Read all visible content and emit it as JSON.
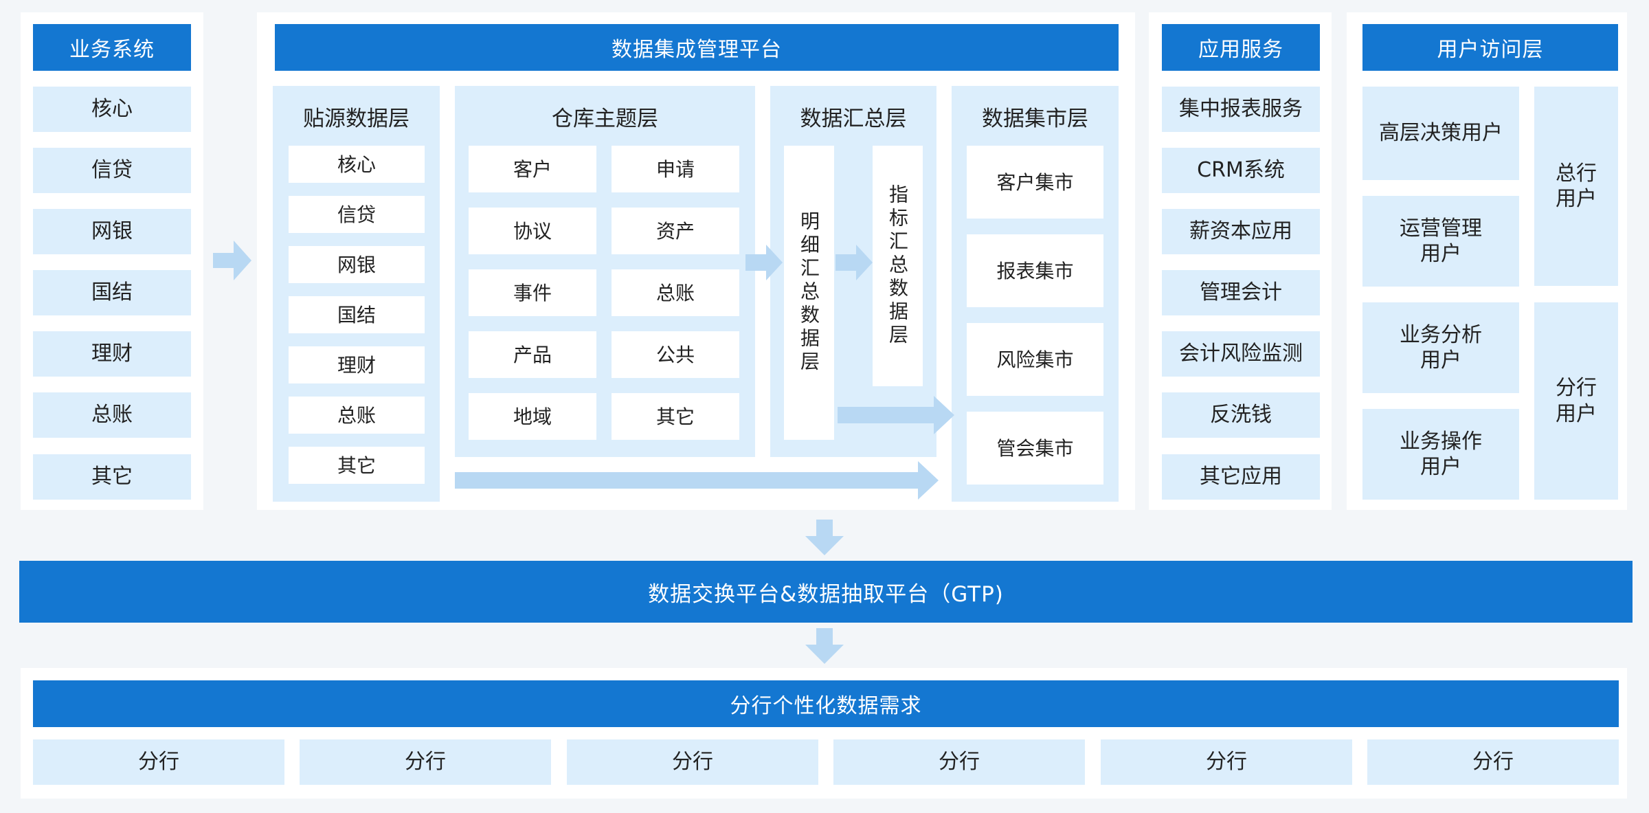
{
  "colors": {
    "header_blue": "#1477d1",
    "light_blue": "#dceefc",
    "arrow_blue": "#b8d8f3",
    "panel_white": "#ffffff",
    "background": "#f3f6f9"
  },
  "business_systems": {
    "header": "业务系统",
    "items": [
      "核心",
      "信贷",
      "网银",
      "国结",
      "理财",
      "总账",
      "其它"
    ]
  },
  "platform": {
    "header": "数据集成管理平台",
    "source_layer": {
      "title": "贴源数据层",
      "items": [
        "核心",
        "信贷",
        "网银",
        "国结",
        "理财",
        "总账",
        "其它"
      ]
    },
    "warehouse_layer": {
      "title": "仓库主题层",
      "items": [
        "客户",
        "申请",
        "协议",
        "资产",
        "事件",
        "总账",
        "产品",
        "公共",
        "地域",
        "其它"
      ]
    },
    "summary_layer": {
      "title": "数据汇总层",
      "detail": "明细汇总数据层",
      "indicator": "指标汇总数据层"
    },
    "mart_layer": {
      "title": "数据集市层",
      "items": [
        "客户集市",
        "报表集市",
        "风险集市",
        "管会集市"
      ]
    }
  },
  "app_services": {
    "header": "应用服务",
    "items": [
      "集中报表服务",
      "CRM系统",
      "薪资本应用",
      "管理会计",
      "会计风险监测",
      "反洗钱",
      "其它应用"
    ]
  },
  "user_access": {
    "header": "用户访问层",
    "left": [
      "高层决策用户",
      "运营管理用户",
      "业务分析用户",
      "业务操作用户"
    ],
    "right": [
      "总行用户",
      "分行用户"
    ]
  },
  "exchange": {
    "label": "数据交换平台&数据抽取平台（GTP)"
  },
  "branch": {
    "header": "分行个性化数据需求",
    "items": [
      "分行",
      "分行",
      "分行",
      "分行",
      "分行",
      "分行"
    ]
  }
}
